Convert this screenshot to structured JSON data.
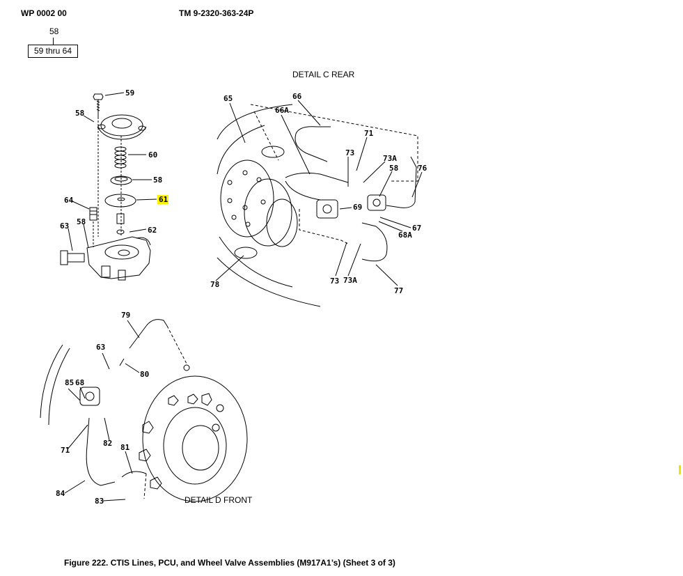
{
  "header": {
    "work_package": "WP 0002 00",
    "tm_number": "TM 9-2320-363-24P"
  },
  "navigation": {
    "parent_item": "58",
    "child_range": "59 thru 64"
  },
  "details": {
    "rear": "DETAIL C REAR",
    "front": "DETAIL D FRONT"
  },
  "caption": "Figure 222.  CTIS Lines, PCU, and Wheel Valve Assemblies (M917A1’s) (Sheet 3 of 3)",
  "callouts": {
    "c59": "59",
    "c58a": "58",
    "c60": "60",
    "c58b": "58",
    "c61": "61",
    "c64": "64",
    "c63a": "63",
    "c58c": "58",
    "c62": "62",
    "c65": "65",
    "c66": "66",
    "c66a": "66A",
    "c71a": "71",
    "c73a": "73",
    "c73aa": "73A",
    "c58d": "58",
    "c76": "76",
    "c69": "69",
    "c67": "67",
    "c68a": "68A",
    "c78": "78",
    "c73b": "73",
    "c73ab": "73A",
    "c77": "77",
    "c79": "79",
    "c63b": "63",
    "c80": "80",
    "c85": "85",
    "c68": "68",
    "c71b": "71",
    "c82": "82",
    "c81": "81",
    "c84": "84",
    "c83": "83"
  },
  "highlight": {
    "callout": "61",
    "color": "#fff200"
  }
}
